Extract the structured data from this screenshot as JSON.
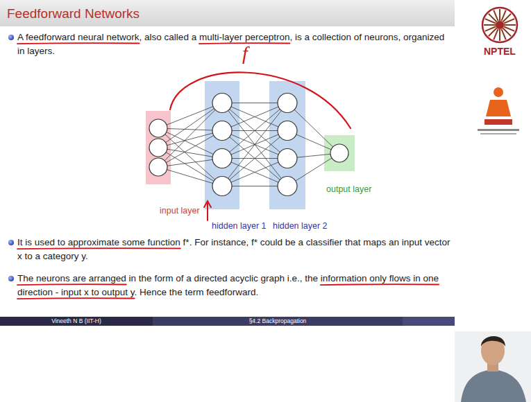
{
  "diagram": {
    "title": "Feedforward Networks",
    "nodes": [
      {
        "text": [
          "input layer"
        ]
      },
      {
        "text": [
          "hidden layer 1"
        ]
      },
      {
        "text": [
          "hidden layer 2"
        ]
      },
      {
        "text": [
          "output layer"
        ]
      }
    ],
    "labels": [
      "A feedforward neural network, also called a multi-layer perceptron, is a collection of neurons, organized in layers.",
      "It is used to approximate some function f*. For instance, f* could be a classifier that maps an input vector x to a category y.",
      "The neurons are arranged in the form of a directed acyclic graph i.e., the information only flows in one direction - input x to output y. Hence the term feedforward.",
      "Vineeth N B (IIT-H)",
      "§4.2 Backpropagation",
      "NPTEL",
      "f"
    ]
  }
}
